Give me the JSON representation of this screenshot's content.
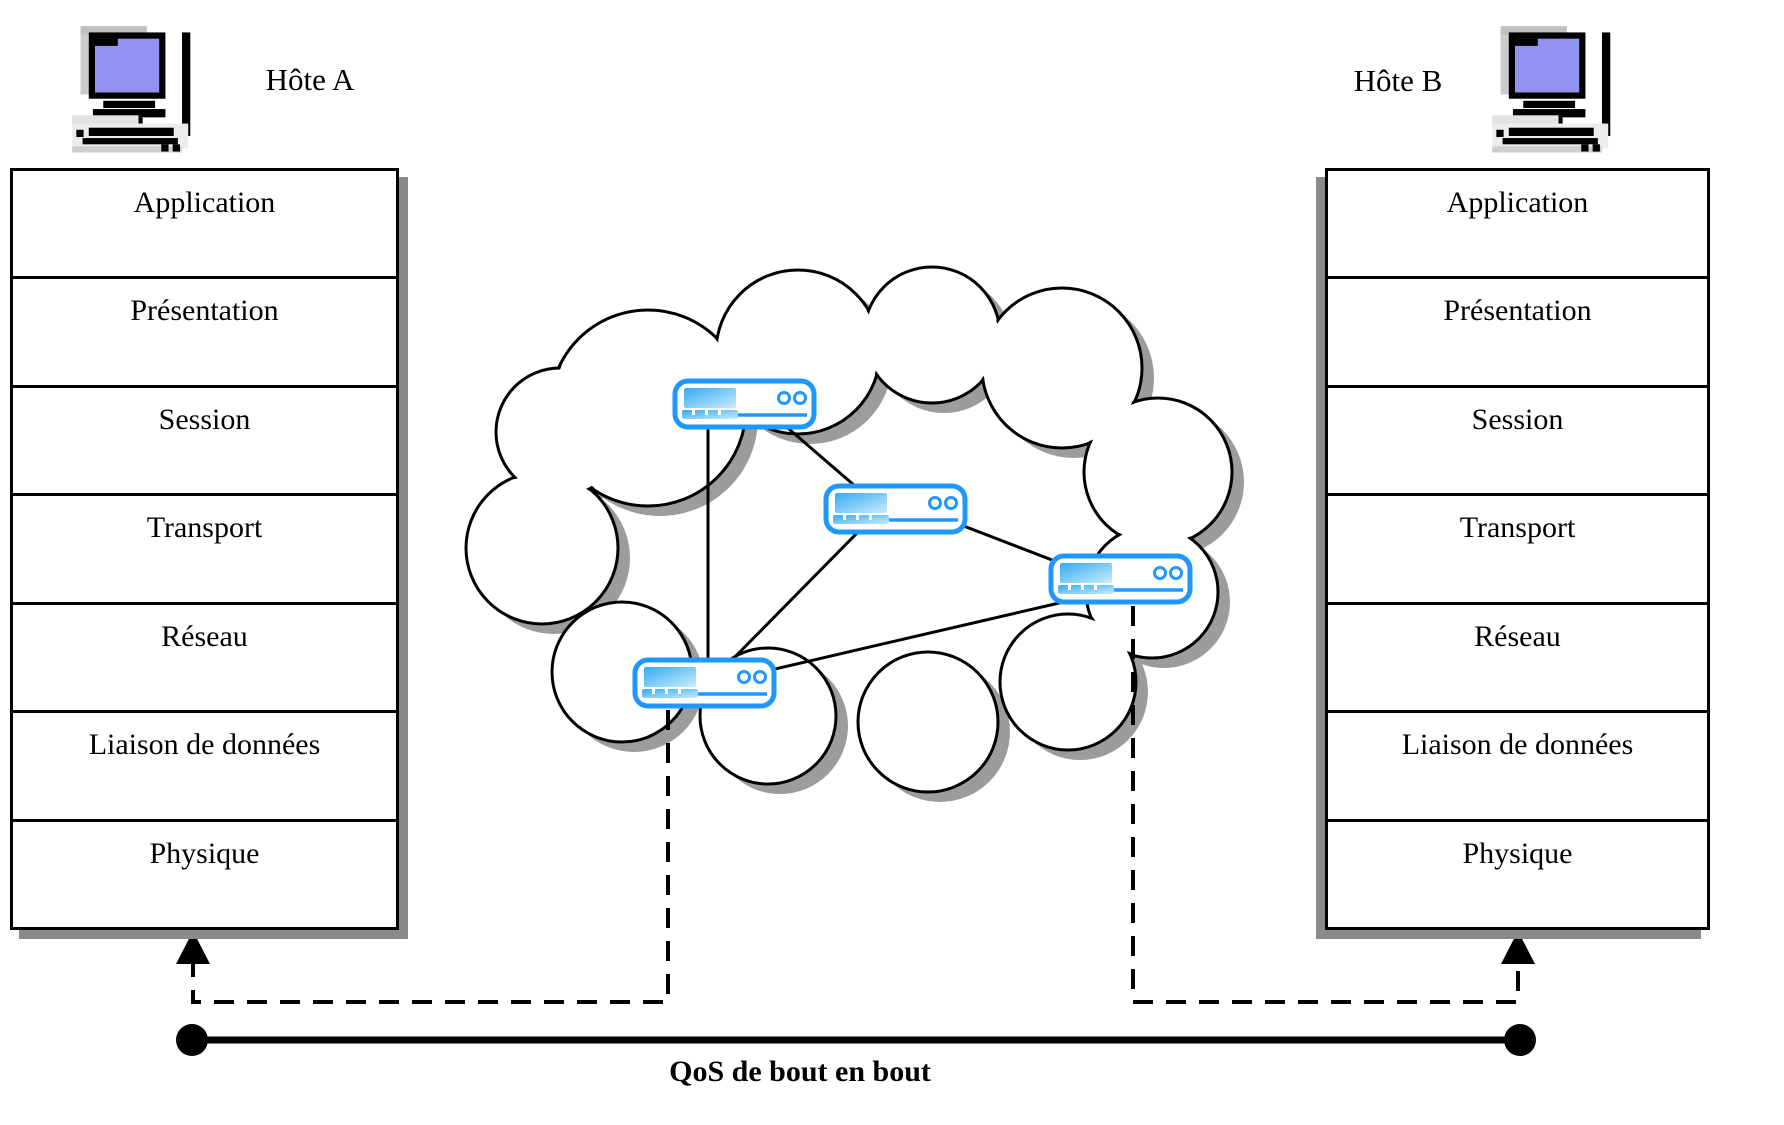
{
  "host_a": {
    "label": "Hôte A",
    "layers": [
      "Application",
      "Présentation",
      "Session",
      "Transport",
      "Réseau",
      "Liaison de données",
      "Physique"
    ]
  },
  "host_b": {
    "label": "Hôte B",
    "layers": [
      "Application",
      "Présentation",
      "Session",
      "Transport",
      "Réseau",
      "Liaison de données",
      "Physique"
    ]
  },
  "qos": {
    "label": "QoS de bout en bout"
  },
  "icons": {
    "computer": "desktop-computer-icon",
    "router": "router-icon",
    "cloud": "network-cloud-icon",
    "arrow": "up-arrow-icon",
    "endpoint": "endpoint-dot-icon"
  },
  "colors": {
    "router_blue": "#1e97ff",
    "router_screen_light": "#c9ecfc",
    "router_screen_dark": "#36aaf0",
    "monitor_screen_purple": "#9292f0",
    "stack_shadow_gray": "#8a8a8a",
    "cloud_shadow_gray": "#9c9c9c",
    "line_black": "#000000"
  }
}
